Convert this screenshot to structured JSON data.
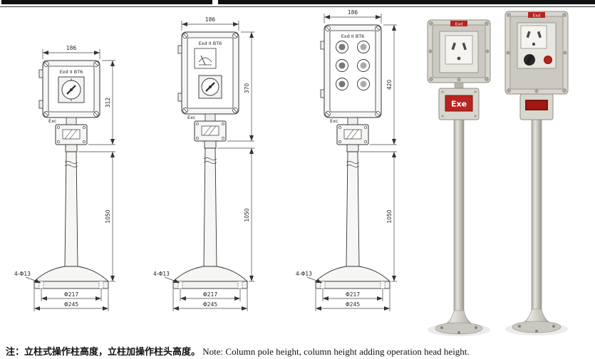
{
  "note": {
    "zh": "注：立柱式操作柱高度，立柱加操作柱头高度。",
    "en": "Note: Column pole height, column height adding operation head height."
  },
  "diagrams": [
    {
      "top_width": "186",
      "head_label": "Exd II BT6",
      "exc_label": "Exc",
      "head_height": "312",
      "pole_height": "1050",
      "holes_label": "4-Φ13",
      "bolt_circle": "Φ217",
      "base_dia": "Φ245"
    },
    {
      "top_width": "186",
      "head_label": "Exd II BT6",
      "exc_label": "Exc",
      "head_height": "370",
      "pole_height": "1050",
      "holes_label": "4-Φ13",
      "bolt_circle": "Φ217",
      "base_dia": "Φ245"
    },
    {
      "top_width": "186",
      "head_label": "Exd II BT6",
      "exc_label": "Exc",
      "head_height": "420",
      "pole_height": "1050",
      "holes_label": "4-Φ13",
      "bolt_circle": "Φ217",
      "base_dia": "Φ245"
    }
  ],
  "photos": [
    {
      "top_label": "Exd",
      "plate_label": "Exe"
    },
    {
      "top_label": "Exd",
      "plate_label": ""
    }
  ]
}
